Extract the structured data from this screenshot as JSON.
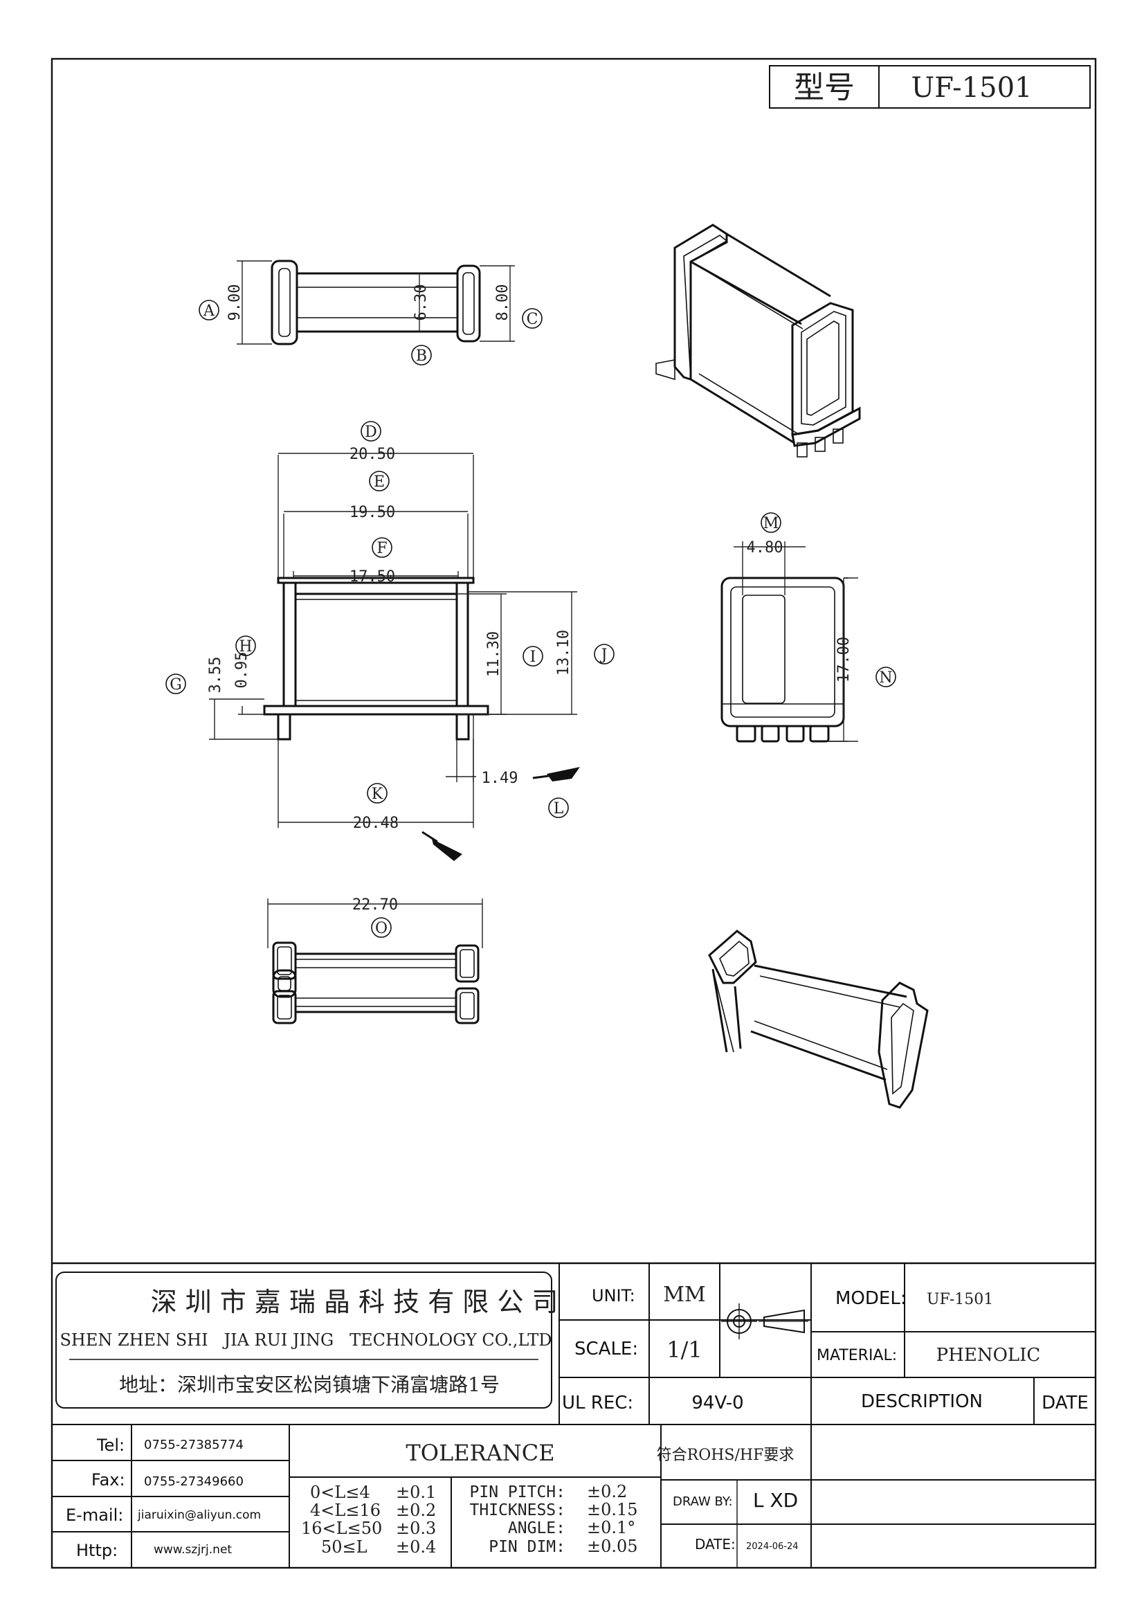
{
  "header": {
    "model_label": "型号",
    "model_value": "UF-1501"
  },
  "callouts": [
    "A",
    "B",
    "C",
    "D",
    "E",
    "F",
    "G",
    "H",
    "I",
    "J",
    "K",
    "L",
    "M",
    "N",
    "O"
  ],
  "dimensions": {
    "a": "9.00",
    "b": "6.30",
    "c": "8.00",
    "d": "20.50",
    "e": "19.50",
    "f": "17.50",
    "g": "3.55",
    "h": "0.95",
    "i": "11.30",
    "j": "13.10",
    "k": "20.48",
    "l": "1.49",
    "m": "4.80",
    "n": "17.00",
    "o": "22.70"
  },
  "title_block": {
    "company_cn": "深 圳 市 嘉 瑞 晶 科 技 有 限 公 司",
    "company_en": "SHEN ZHEN SHI   JIA RUI JING   TECHNOLOGY CO.,LTD",
    "address": "地址：深圳市宝安区松岗镇塘下涌富塘路1号",
    "unit_label": "UNIT:",
    "unit_value": "MM",
    "scale_label": "SCALE:",
    "scale_value": "1/1",
    "ul_label": "UL REC:",
    "ul_value": "94V-0",
    "model_label": "MODEL:",
    "model_value": "UF-1501",
    "material_label": "MATERIAL:",
    "material_value": "PHENOLIC",
    "description_label": "DESCRIPTION",
    "date_col_label": "DATE",
    "tel_label": "Tel:",
    "tel_value": "0755-27385774",
    "fax_label": "Fax:",
    "fax_value": "0755-27349660",
    "email_label": "E-mail:",
    "email_value": "jiaruixin@aliyun.com",
    "http_label": "Http:",
    "http_value": "www.szjrj.net",
    "tolerance_title": "TOLERANCE",
    "tol_ranges": [
      "0<L≤4",
      "4<L≤16",
      "16<L≤50",
      "50≤L"
    ],
    "tol_values": [
      "±0.1",
      "±0.2",
      "±0.3",
      "±0.4"
    ],
    "spec_labels": [
      "PIN PITCH:",
      "THICKNESS:",
      "ANGLE:",
      "PIN DIM:"
    ],
    "spec_values": [
      "±0.2",
      "±0.15",
      "±0.1°",
      "±0.05"
    ],
    "rohs": "符合ROHS/HF要求",
    "draw_by_label": "DRAW BY:",
    "draw_by_value": "L XD",
    "date_label": "DATE:",
    "date_value": "2024-06-24"
  }
}
